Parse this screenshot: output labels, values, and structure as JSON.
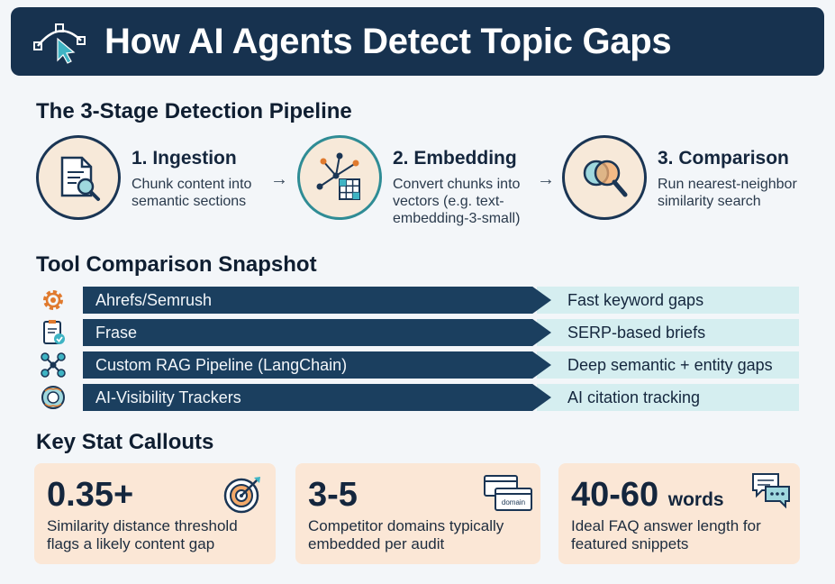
{
  "banner": {
    "title": "How AI Agents Detect Topic Gaps",
    "icon": "vector-pen-cursor-icon"
  },
  "pipeline": {
    "title": "The 3-Stage Detection Pipeline",
    "stages": [
      {
        "title": "1. Ingestion",
        "desc_line1": "Chunk content into",
        "desc_line2": "semantic sections",
        "desc_line3": "",
        "icon": "document-magnifier-icon"
      },
      {
        "title": "2. Embedding",
        "desc_line1": "Convert chunks into",
        "desc_line2": "vectors (e.g. text-",
        "desc_line3": "embedding-3-small)",
        "icon": "vector-grid-icon"
      },
      {
        "title": "3. Comparison",
        "desc_line1": "Run nearest-neighbor",
        "desc_line2": "similarity search",
        "desc_line3": "",
        "icon": "overlap-magnifier-icon"
      }
    ],
    "arrow": "→"
  },
  "tools": {
    "title": "Tool Comparison Snapshot",
    "rows": [
      {
        "name": "Ahrefs/Semrush",
        "strength": "Fast keyword gaps",
        "icon": "gear-icon"
      },
      {
        "name": "Frase",
        "strength": "SERP-based briefs",
        "icon": "clipboard-check-icon"
      },
      {
        "name": "Custom RAG Pipeline (LangChain)",
        "strength": "Deep semantic + entity gaps",
        "icon": "network-nodes-icon"
      },
      {
        "name": "AI-Visibility Trackers",
        "strength": "AI citation tracking",
        "icon": "ai-brain-icon"
      }
    ]
  },
  "stats": {
    "title": "Key Stat Callouts",
    "cards": [
      {
        "value": "0.35+",
        "unit": "",
        "desc_line1": "Similarity distance threshold",
        "desc_line2": "flags a likely content gap",
        "icon": "target-icon"
      },
      {
        "value": "3-5",
        "unit": "",
        "desc_line1": "Competitor domains typically",
        "desc_line2": "embedded per audit",
        "icon": "browser-windows-icon",
        "icon_label": "domain"
      },
      {
        "value": "40-60",
        "unit": "words",
        "desc_line1": "Ideal FAQ answer length for",
        "desc_line2": "featured snippets",
        "icon": "chat-bubbles-icon"
      }
    ]
  },
  "colors": {
    "navy": "#17324f",
    "teal": "#2f8c95",
    "peach": "#fbe7d6",
    "light_teal": "#d5eef0",
    "orange": "#e07a2e"
  }
}
